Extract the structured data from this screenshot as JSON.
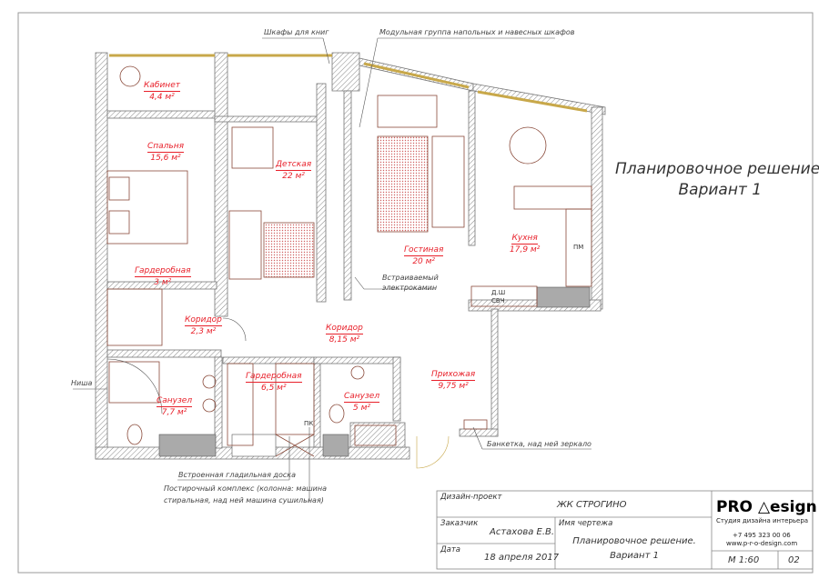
{
  "drawing_title": [
    "Планировочное решение.",
    "Вариант 1"
  ],
  "rooms": [
    {
      "name": "Кабинет",
      "area": "4,4 м²"
    },
    {
      "name": "Спальня",
      "area": "15,6 м²"
    },
    {
      "name": "Детская",
      "area": "22 м²"
    },
    {
      "name": "Гостиная",
      "area": "20 м²"
    },
    {
      "name": "Кухня",
      "area": "17,9 м²"
    },
    {
      "name": "Гардеробная",
      "area": "3 м²"
    },
    {
      "name": "Коридор",
      "area": "2,3 м²"
    },
    {
      "name": "Коридор",
      "area": "8,15 м²"
    },
    {
      "name": "Санузел",
      "area": "7,7 м²"
    },
    {
      "name": "Гардеробная",
      "area": "6,5 м²"
    },
    {
      "name": "Санузел",
      "area": "5 м²"
    },
    {
      "name": "Прихожая",
      "area": "9,75 м²"
    }
  ],
  "notes": {
    "bookshelves": "Шкафы для книг",
    "modular": "Модульная группа напольных и навесных шкафов",
    "fireplace": [
      "Встраиваемый",
      "электрокамин"
    ],
    "niche": "Ниша",
    "bench": "Банкетка, над ней зеркало",
    "ironing": "Встроенная гладильная доска",
    "laundry": [
      "Постирочный комплекс (колонна: машина",
      "стиральная, над ней машина сушильная)"
    ],
    "pm": "ПМ",
    "dw": "Д.Ш",
    "mw": "СВЧ",
    "pk": "ПК"
  },
  "title_block": {
    "project_label": "Дизайн-проект",
    "project_value": "ЖК СТРОГИНО",
    "client_label": "Заказчик",
    "client_value": "Астахова Е.В.",
    "date_label": "Дата",
    "date_value": "18 апреля 2017",
    "drawing_label": "Имя чертежа",
    "drawing_value": [
      "Планировочное решение.",
      "Вариант 1"
    ],
    "logo_left": "PRO",
    "logo_right": "esign",
    "studio": "Студия дизайна интерьера",
    "phone": "+7 495 323 00 06",
    "site": "www.p-r-o-design.com",
    "scale": "М 1:60",
    "sheet": "02"
  },
  "colors": {
    "room_label": "#e8202a",
    "wall": "#9a9a9a",
    "furniture": "#8a4a3a",
    "window": "#c8a84a"
  }
}
